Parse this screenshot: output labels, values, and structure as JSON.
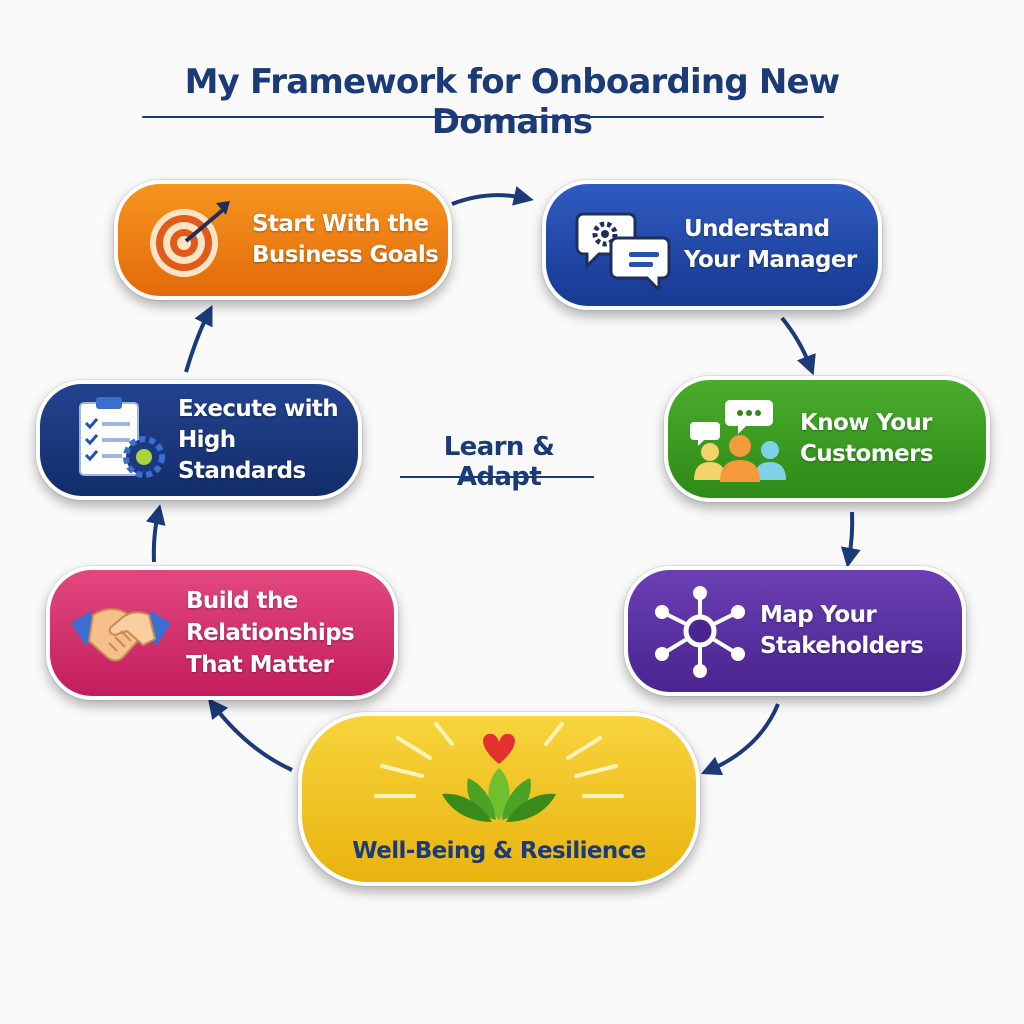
{
  "title": "My Framework for Onboarding New Domains",
  "center_label": "Learn & Adapt",
  "steps": [
    {
      "label": "Start With the\nBusiness Goals",
      "icon": "target-icon",
      "color": "#f08317"
    },
    {
      "label": "Understand\nYour Manager",
      "icon": "chat-gear-icon",
      "color": "#2450b0"
    },
    {
      "label": "Know Your\nCustomers",
      "icon": "customers-icon",
      "color": "#3d9e24"
    },
    {
      "label": "Map Your\nStakeholders",
      "icon": "network-icon",
      "color": "#5a30a3"
    },
    {
      "label": "Well-Being & Resilience",
      "icon": "lotus-heart-icon",
      "color": "#f3c626"
    },
    {
      "label": "Build the\nRelationships\nThat Matter",
      "icon": "handshake-icon",
      "color": "#d6336f"
    },
    {
      "label": "Execute with\nHigh Standards",
      "icon": "checklist-gear-icon",
      "color": "#1d3a80"
    }
  ],
  "colors": {
    "heading": "#1b3a78",
    "arrow": "#1b3a78"
  }
}
